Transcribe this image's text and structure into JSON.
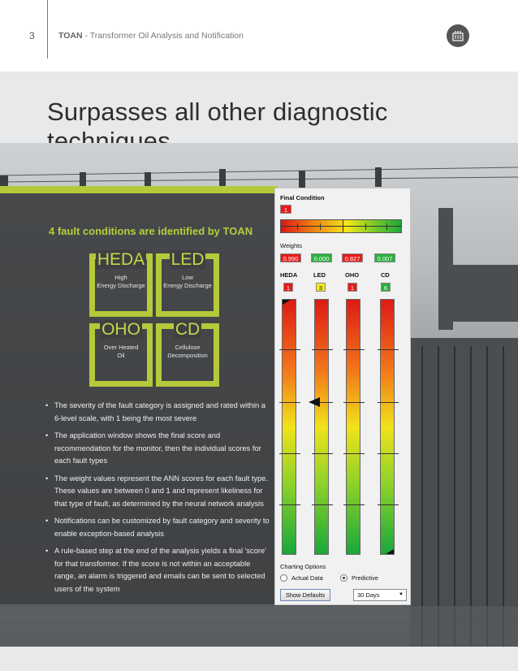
{
  "header": {
    "page_number": "3",
    "brand": "TOAN",
    "subtitle": " - Transformer Oil Analysis and Notification",
    "icon": "transformer-icon"
  },
  "band": {
    "title": "Surpasses all other diagnostic techniques"
  },
  "panel": {
    "heading": "4 fault conditions are identified by TOAN",
    "faults": [
      {
        "abbr": "HEDA",
        "line1": "High",
        "line2": "Energy Discharge"
      },
      {
        "abbr": "LED",
        "line1": "Low",
        "line2": "Energy Discharge"
      },
      {
        "abbr": "OHO",
        "line1": "Over Heated",
        "line2": "Oil"
      },
      {
        "abbr": "CD",
        "line1": "Cellulose",
        "line2": "Decomposition"
      }
    ],
    "bullets": [
      "The severity of the fault category is assigned and rated within a 6-level scale, with 1 being the most severe",
      "The application window shows the final score and recommendation for the monitor, then the individual scores for each fault types",
      "The weight values represent the ANN scores for each fault type. These values are between 0 and 1 and represent likeliness for that type of fault, as determined by the neural network analysis",
      "Notifications can be customized by fault category and severity to enable exception-based analysis",
      "A rule-based step at the end of the analysis yields a final 'score' for that transformer. If the score is not within an acceptable range, an alarm is triggered and emails can be sent to selected users of the system"
    ]
  },
  "app": {
    "final_condition_label": "Final Condition",
    "final_condition_value": "1",
    "weights_label": "Weights",
    "weights": [
      "0.990",
      "0.000",
      "0.827",
      "0.007"
    ],
    "columns": [
      "HEDA",
      "LED",
      "OHO",
      "CD"
    ],
    "scores": [
      "1",
      "3",
      "1",
      "6"
    ],
    "charting_label": "Charting Options",
    "radio_actual": "Actual Data",
    "radio_predictive": "Predictive",
    "show_defaults": "Show Defaults",
    "period": "30 Days",
    "colors": {
      "severe": "#e81a1a",
      "ok": "#27b23d",
      "warn": "#f0ea1a"
    }
  }
}
